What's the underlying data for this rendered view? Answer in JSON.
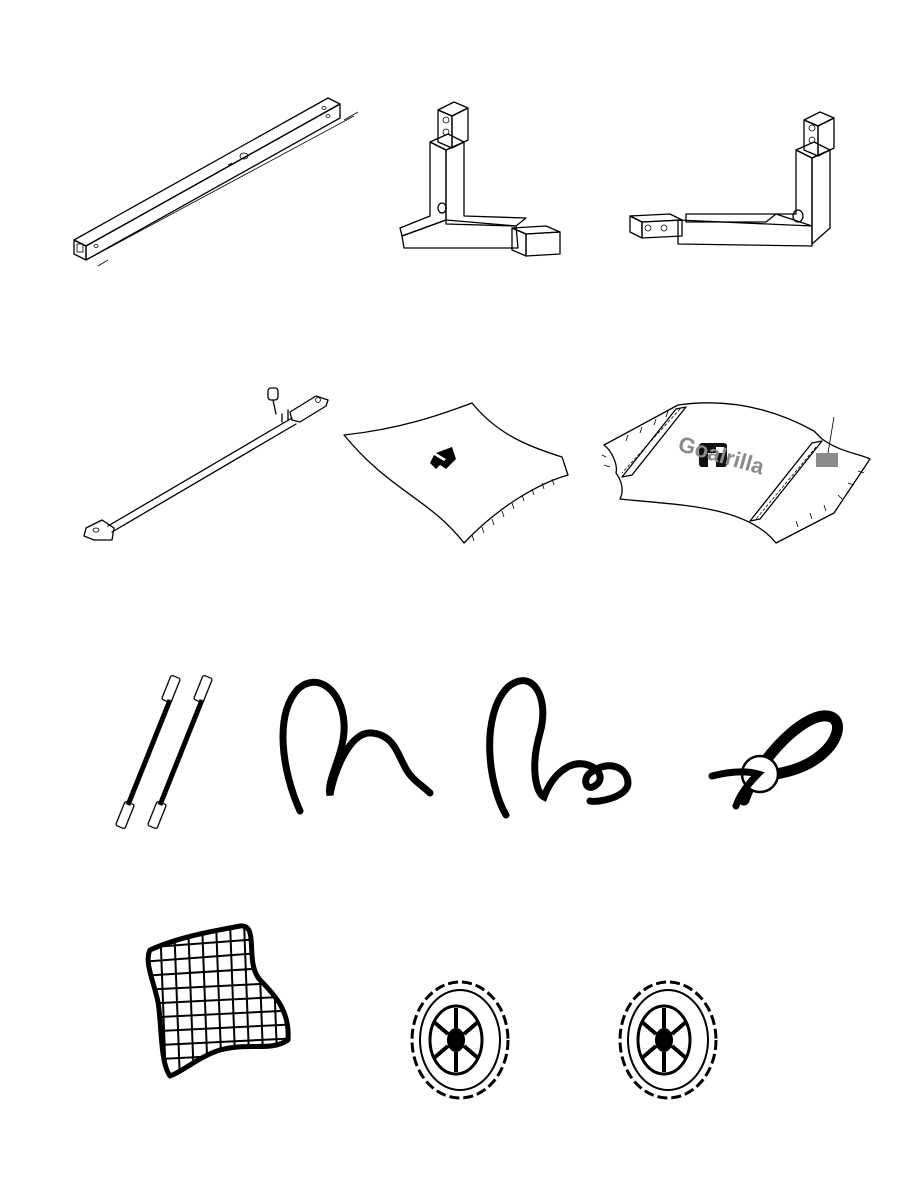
{
  "page": {
    "description_parts": [
      {
        "id": "frame-tube",
        "icon": "straight-tube-icon"
      },
      {
        "id": "left-elbow",
        "icon": "elbow-tube-icon"
      },
      {
        "id": "right-elbow",
        "icon": "elbow-tube-icon"
      },
      {
        "id": "support-rod",
        "icon": "support-rod-icon"
      },
      {
        "id": "net-panel",
        "icon": "net-panel-icon"
      },
      {
        "id": "net-with-pockets",
        "icon": "net-panel-icon"
      },
      {
        "id": "fiberglass-rods",
        "icon": "rods-icon"
      },
      {
        "id": "bungee-cord-a",
        "icon": "cord-icon"
      },
      {
        "id": "bungee-cord-b",
        "icon": "cord-icon"
      },
      {
        "id": "ball-bungee",
        "icon": "ball-bungee-icon"
      },
      {
        "id": "target-net",
        "icon": "grid-net-icon"
      },
      {
        "id": "wheel-left",
        "icon": "wheel-icon"
      },
      {
        "id": "wheel-right",
        "icon": "wheel-icon"
      }
    ],
    "logo_text": "Goalrilla",
    "colors": {
      "line": "#000000",
      "logo_gray": "#8a8a8a",
      "background": "#ffffff"
    }
  }
}
